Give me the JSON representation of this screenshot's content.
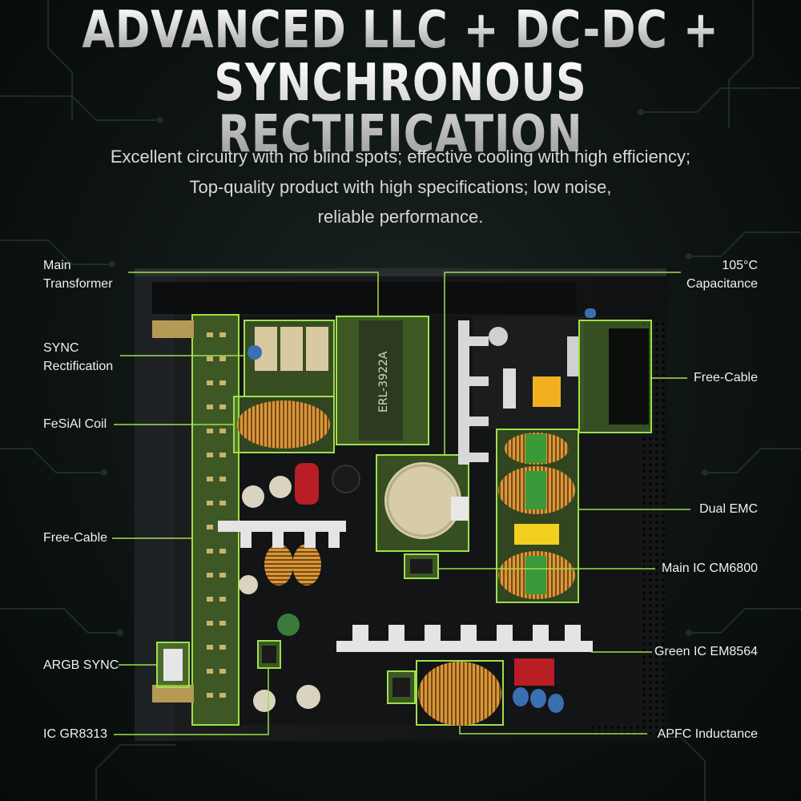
{
  "headline": {
    "line1": "ADVANCED LLC + DC-DC +",
    "line2": "SYNCHRONOUS RECTIFICATION"
  },
  "subtitle": {
    "line1": "Excellent circuitry with no blind spots; effective cooling with high efficiency;",
    "line2": "Top-quality product with high specifications; low noise,",
    "line3": "reliable performance."
  },
  "labels_left": {
    "main_transformer_1": "Main",
    "main_transformer_2": "Transformer",
    "sync_rect_1": "SYNC",
    "sync_rect_2": "Rectification",
    "fesial_coil": "FeSiAl Coil",
    "free_cable": "Free-Cable",
    "argb_sync": "ARGB SYNC",
    "ic_gr8313": "IC GR8313"
  },
  "labels_right": {
    "capacitance_1": "105°C",
    "capacitance_2": "Capacitance",
    "free_cable": "Free-Cable",
    "dual_emc": "Dual EMC",
    "main_ic": "Main IC CM6800",
    "green_ic": "Green IC EM8564",
    "apfc": "APFC Inductance"
  },
  "board_markings": {
    "transformer_code": "ERL-3922A"
  },
  "colors": {
    "accent_green": "#9ee04a",
    "highlight_fill": "#8fd63f",
    "copper": "#c8862a",
    "pcb": "#141618"
  }
}
